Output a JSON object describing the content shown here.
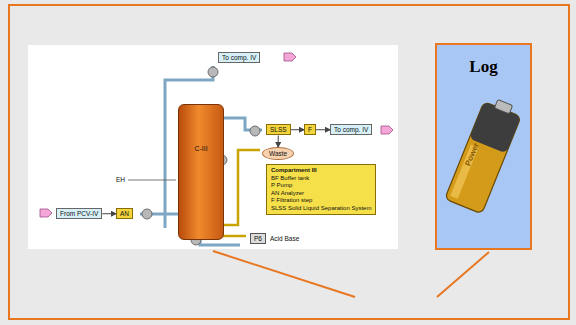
{
  "diagram": {
    "nodes": [
      {
        "text": [
          "To comp. IV"
        ]
      },
      {
        "text": [
          "SLSS"
        ]
      },
      {
        "text": [
          "F"
        ]
      },
      {
        "text": [
          "To comp. IV"
        ]
      },
      {
        "text": [
          "Waste"
        ]
      },
      {
        "text": [
          "C-III"
        ]
      },
      {
        "text": [
          "Compartment III",
          "BF Buffer tank",
          "P Pump",
          "AN Analyzer",
          "F Filtration step",
          "SLSS Solid Liquid Separation System"
        ]
      },
      {
        "text": [
          "From PCV-IV"
        ]
      },
      {
        "text": [
          "AN"
        ]
      },
      {
        "text": [
          "P6"
        ]
      },
      {
        "text": [
          "Log"
        ]
      }
    ],
    "edges": [
      {
        "from": 1,
        "to": 2,
        "arrow": "to"
      },
      {
        "from": 2,
        "to": 3,
        "arrow": "to"
      },
      {
        "from": 1,
        "to": 4,
        "arrow": "to"
      },
      {
        "from": 7,
        "to": 8,
        "arrow": "to"
      }
    ],
    "labels": [
      "EH",
      "Acid Base",
      "Power"
    ]
  }
}
